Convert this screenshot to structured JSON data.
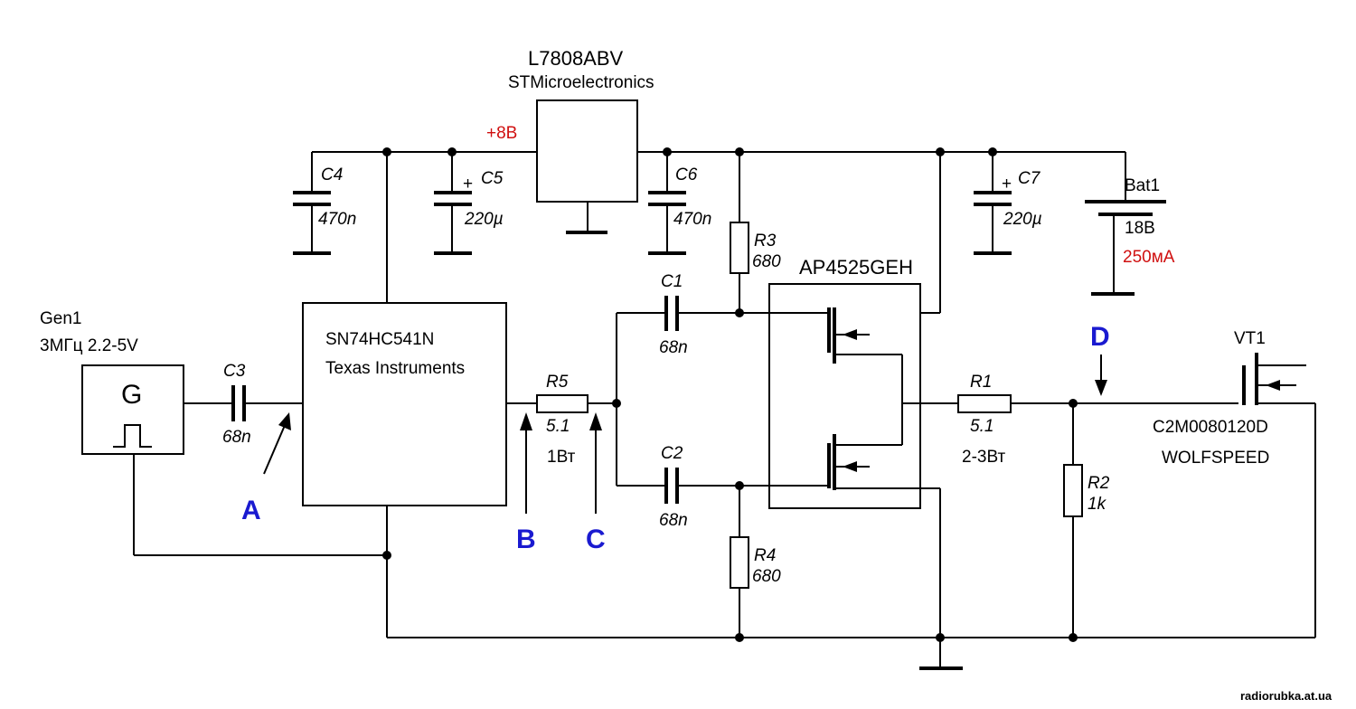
{
  "regulator": {
    "name": "L7808ABV",
    "maker": "STMicroelectronics",
    "out": "+8В"
  },
  "capacitors": {
    "c4": {
      "ref": "C4",
      "val": "470n"
    },
    "c5": {
      "ref": "C5",
      "val": "220µ"
    },
    "c6": {
      "ref": "C6",
      "val": "470n"
    },
    "c7": {
      "ref": "C7",
      "val": "220µ"
    },
    "c1": {
      "ref": "C1",
      "val": "68n"
    },
    "c2": {
      "ref": "C2",
      "val": "68n"
    },
    "c3": {
      "ref": "C3",
      "val": "68n"
    }
  },
  "resistors": {
    "r1": {
      "ref": "R1",
      "val": "5.1",
      "power": "2-3Вт"
    },
    "r2": {
      "ref": "R2",
      "val": "1k"
    },
    "r3": {
      "ref": "R3",
      "val": "680"
    },
    "r4": {
      "ref": "R4",
      "val": "680"
    },
    "r5": {
      "ref": "R5",
      "val": "5.1",
      "power": "1Вт"
    }
  },
  "battery": {
    "ref": "Bat1",
    "voltage": "18В",
    "current": "250мА"
  },
  "generator": {
    "ref": "Gen1",
    "spec": "3МГц 2.2-5V",
    "symbol": "G"
  },
  "buffer": {
    "name": "SN74HC541N",
    "maker": "Texas Instruments"
  },
  "driver": {
    "name": "AP4525GEH"
  },
  "transistor": {
    "ref": "VT1",
    "part": "C2M0080120D",
    "maker": "WOLFSPEED"
  },
  "points": {
    "a": "A",
    "b": "B",
    "c": "C",
    "d": "D"
  },
  "watermark": "radiorubka.at.ua"
}
